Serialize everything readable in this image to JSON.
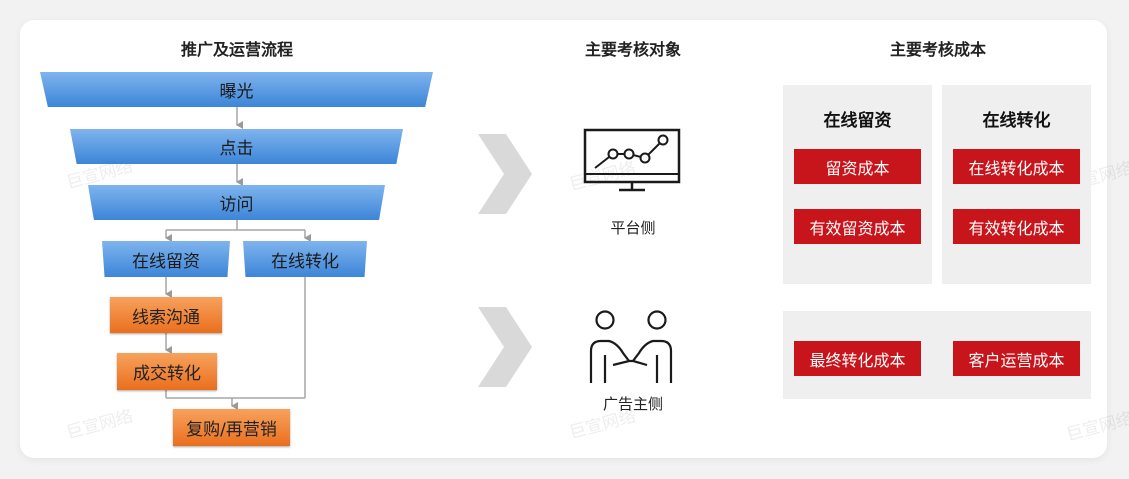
{
  "headings": {
    "flow": "推广及运营流程",
    "target": "主要考核对象",
    "cost": "主要考核成本"
  },
  "funnel": {
    "exposure": "曝光",
    "click": "点击",
    "visit": "访问",
    "online_lead": "在线留资",
    "online_convert": "在线转化",
    "lead_comm": "线索沟通",
    "deal_convert": "成交转化",
    "repurchase": "复购/再营销"
  },
  "targets": {
    "platform": "平台侧",
    "advertiser": "广告主侧"
  },
  "cost_panels": {
    "lead_title": "在线留资",
    "convert_title": "在线转化",
    "lead_cost": "留资成本",
    "valid_lead_cost": "有效留资成本",
    "online_convert_cost": "在线转化成本",
    "valid_convert_cost": "有效转化成本",
    "final_convert_cost": "最终转化成本",
    "customer_ops_cost": "客户运营成本"
  },
  "watermark": "巨宣网络",
  "colors": {
    "blue_top": "#7fb4ee",
    "blue_bottom": "#3c85d8",
    "orange_top": "#f7a25c",
    "orange_bottom": "#ea6f1e",
    "red": "#c8151c",
    "panel": "#efefef",
    "chevron": "#d9d9d9"
  }
}
